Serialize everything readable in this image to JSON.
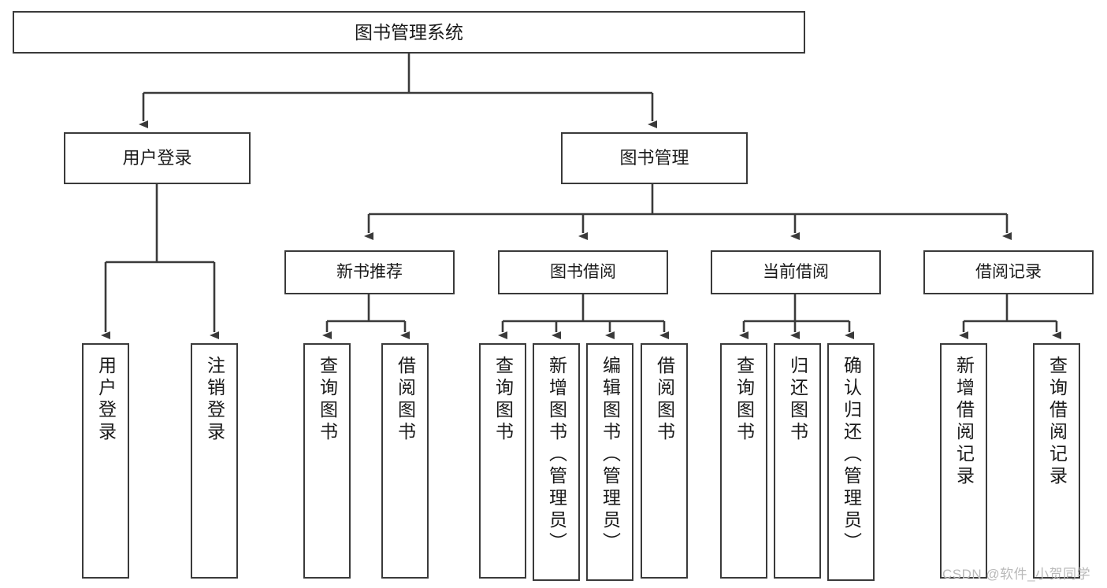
{
  "diagram": {
    "title": "图书管理系统",
    "type": "functional-structure-tree",
    "root": {
      "label": "图书管理系统"
    },
    "level2": [
      {
        "label": "用户登录"
      },
      {
        "label": "图书管理"
      }
    ],
    "level3": [
      {
        "label": "新书推荐"
      },
      {
        "label": "图书借阅"
      },
      {
        "label": "当前借阅"
      },
      {
        "label": "借阅记录"
      }
    ],
    "leaves": {
      "user_login": [
        {
          "label": "用户登录"
        },
        {
          "label": "注销登录"
        }
      ],
      "new_book_recommend": [
        {
          "label": "查询图书"
        },
        {
          "label": "借阅图书"
        }
      ],
      "book_borrow": [
        {
          "label": "查询图书"
        },
        {
          "label": "新增图书（管理员）"
        },
        {
          "label": "编辑图书（管理员）"
        },
        {
          "label": "借阅图书"
        }
      ],
      "current_borrow": [
        {
          "label": "查询图书"
        },
        {
          "label": "归还图书"
        },
        {
          "label": "确认归还（管理员）"
        }
      ],
      "borrow_record": [
        {
          "label": "新增借阅记录"
        },
        {
          "label": "查询借阅记录"
        }
      ]
    },
    "watermark": "CSDN @软件_小贺同学",
    "colors": {
      "stroke": "#3a3a3a",
      "box_fill": "#ffffff",
      "text": "#1a1a1a",
      "watermark": "#b9b9b9",
      "background": "#ffffff"
    }
  }
}
